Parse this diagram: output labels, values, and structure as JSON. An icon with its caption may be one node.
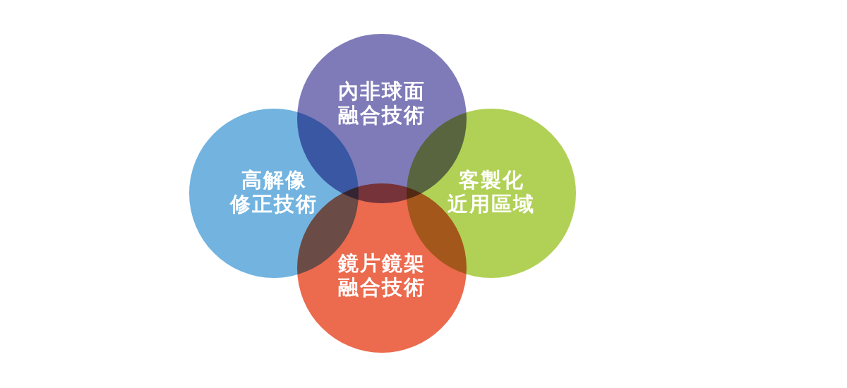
{
  "diagram": {
    "nodes": [
      {
        "text": [
          "內非球面融合技術"
        ]
      },
      {
        "text": [
          "高解像修正技術"
        ]
      },
      {
        "text": [
          "客製化近用區域"
        ]
      },
      {
        "text": [
          "鏡片鏡架融合技術"
        ]
      }
    ]
  }
}
